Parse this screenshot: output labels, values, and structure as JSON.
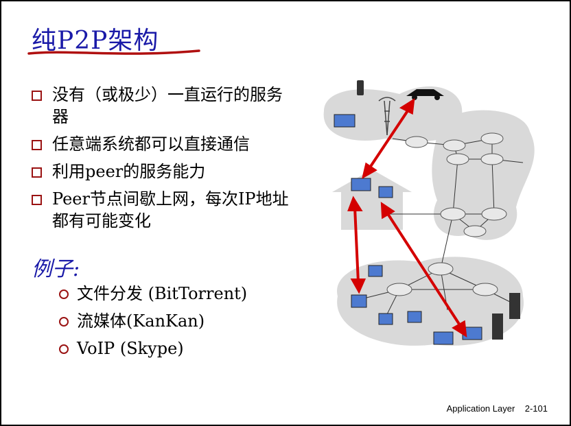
{
  "slide": {
    "title": "纯P2P架构",
    "bullets": [
      "没有（或极少）一直运行的服务器",
      "任意端系统都可以直接通信",
      "利用peer的服务能力",
      "Peer节点间歇上网，每次IP地址都有可能变化"
    ],
    "example_heading": "例子:",
    "examples": [
      "文件分发 (BitTorrent)",
      "流媒体(KanKan)",
      "VoIP (Skype)"
    ],
    "footer": {
      "label": "Application Layer",
      "page": "2-101"
    }
  },
  "colors": {
    "title": "#1a1aa8",
    "underline": "#b01010",
    "bullet_marker": "#9a1212",
    "arrow": "#d40000",
    "cloud": "#d9d9d9"
  },
  "icons": [
    "bullet-box-icon",
    "bullet-circle-icon",
    "network-diagram"
  ]
}
